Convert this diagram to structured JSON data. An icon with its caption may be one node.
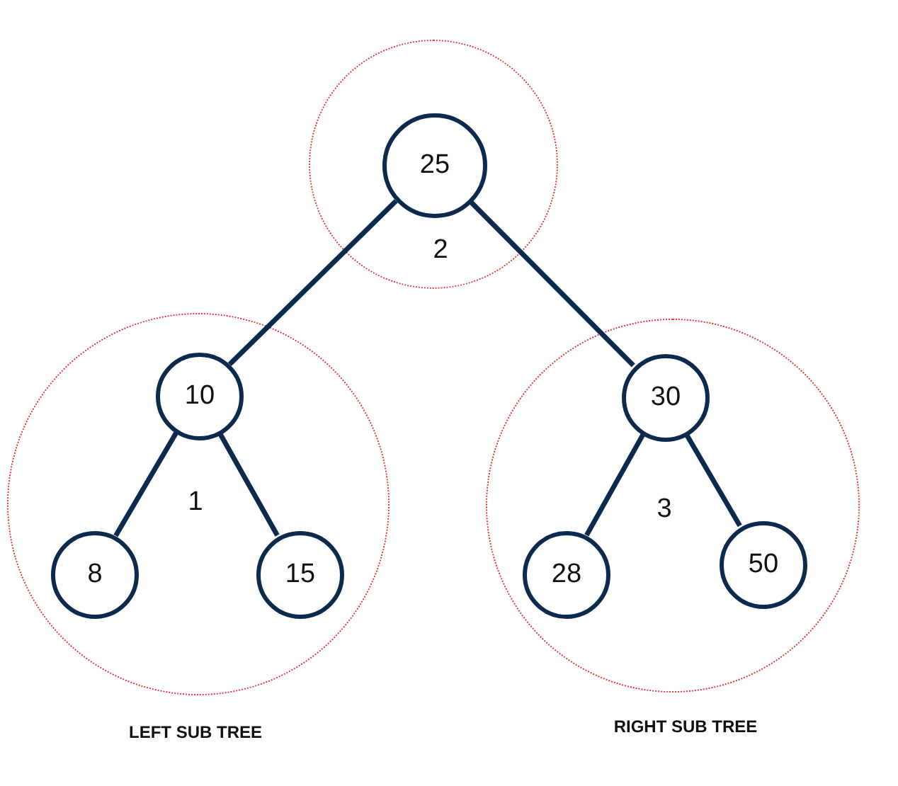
{
  "diagram": {
    "nodes": [
      {
        "text": [
          "2"
        ]
      },
      {
        "text": [
          "25"
        ],
        "in": 0
      },
      {
        "text": [
          "1"
        ],
        "beside": [
          "LEFT SUB TREE"
        ]
      },
      {
        "text": [
          "10"
        ],
        "in": 2
      },
      {
        "text": [
          "8"
        ],
        "in": 2
      },
      {
        "text": [
          "15"
        ],
        "in": 2
      },
      {
        "text": [
          "3"
        ],
        "beside": [
          "RIGHT SUB TREE"
        ]
      },
      {
        "text": [
          "30"
        ],
        "in": 6
      },
      {
        "text": [
          "28"
        ],
        "in": 6
      },
      {
        "text": [
          "50"
        ],
        "in": 6
      }
    ],
    "edges": [
      {
        "from": 1,
        "to": 3,
        "arrow": "none"
      },
      {
        "from": 1,
        "to": 7,
        "arrow": "none"
      },
      {
        "from": 3,
        "to": 4,
        "arrow": "none"
      },
      {
        "from": 3,
        "to": 5,
        "arrow": "none"
      },
      {
        "from": 7,
        "to": 8,
        "arrow": "none"
      },
      {
        "from": 7,
        "to": 9,
        "arrow": "none"
      }
    ]
  }
}
